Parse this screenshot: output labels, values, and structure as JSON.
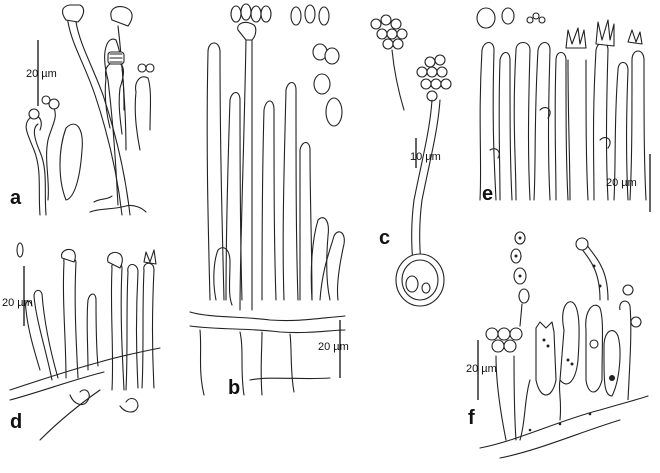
{
  "panels": [
    {
      "id": "a",
      "label": "a",
      "scale": "20 µm"
    },
    {
      "id": "b",
      "label": "b",
      "scale": "20 µm"
    },
    {
      "id": "c",
      "label": "c",
      "scale": "10 µm"
    },
    {
      "id": "d",
      "label": "d",
      "scale": "20 µm"
    },
    {
      "id": "e",
      "label": "e",
      "scale": "20 µm"
    },
    {
      "id": "f",
      "label": "f",
      "scale": "20 µm"
    }
  ]
}
